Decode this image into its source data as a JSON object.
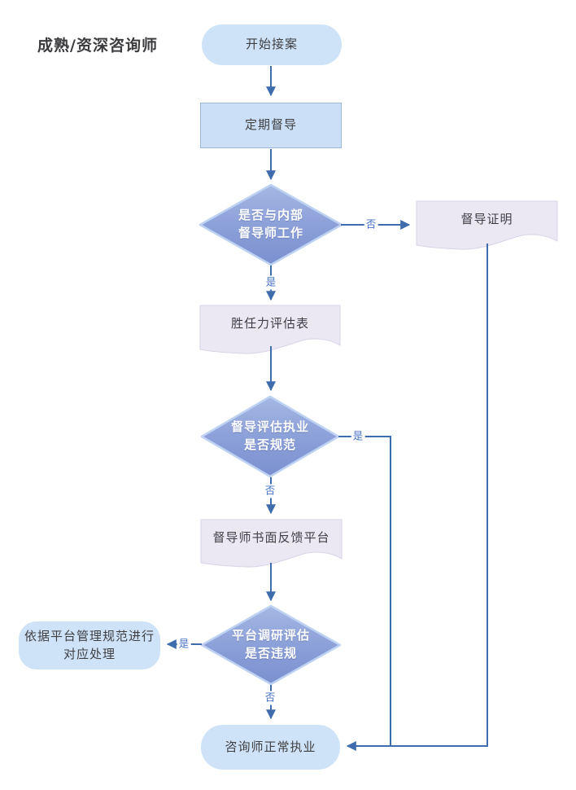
{
  "title": "成熟/资深咨询师",
  "nodes": {
    "start": {
      "label": "开始接案"
    },
    "regular_supervision": {
      "label": "定期督导"
    },
    "decision_internal": {
      "line1": "是否与内部",
      "line2": "督导师工作"
    },
    "supervision_certificate": {
      "label": "督导证明"
    },
    "competency_form": {
      "label": "胜任力评估表"
    },
    "decision_standard": {
      "line1": "督导评估执业",
      "line2": "是否规范"
    },
    "written_feedback": {
      "label": "督导师书面反馈平台"
    },
    "decision_violation": {
      "line1": "平台调研评估",
      "line2": "是否违规"
    },
    "platform_handling": {
      "line1": "依据平台管理规范进行",
      "line2": "对应处理"
    },
    "normal_practice": {
      "label": "咨询师正常执业"
    }
  },
  "edges": {
    "d1_no": {
      "label": "否"
    },
    "d1_yes": {
      "label": "是"
    },
    "d2_yes": {
      "label": "是"
    },
    "d2_no": {
      "label": "否"
    },
    "d3_yes": {
      "label": "是"
    },
    "d3_no": {
      "label": "否"
    }
  },
  "colors": {
    "line": "#3e6cac",
    "node_fill": "#cfe3f8",
    "rect_fill": "#cbe0f7",
    "rect_border": "#9cb8db",
    "doc_fill": "#ebe8f4",
    "doc_border": "#d9d3e8",
    "diamond_top": "#a5b8e3",
    "diamond_mid": "#8a9ed8",
    "diamond_bottom": "#7b90cf",
    "diamond_border": "#bdd2f2",
    "diamond_text": "#ffffff",
    "node_text": "#3f3f42",
    "edge_label_text": "#4472c4",
    "title_text": "#3b3b3e",
    "background": "#ffffff"
  }
}
